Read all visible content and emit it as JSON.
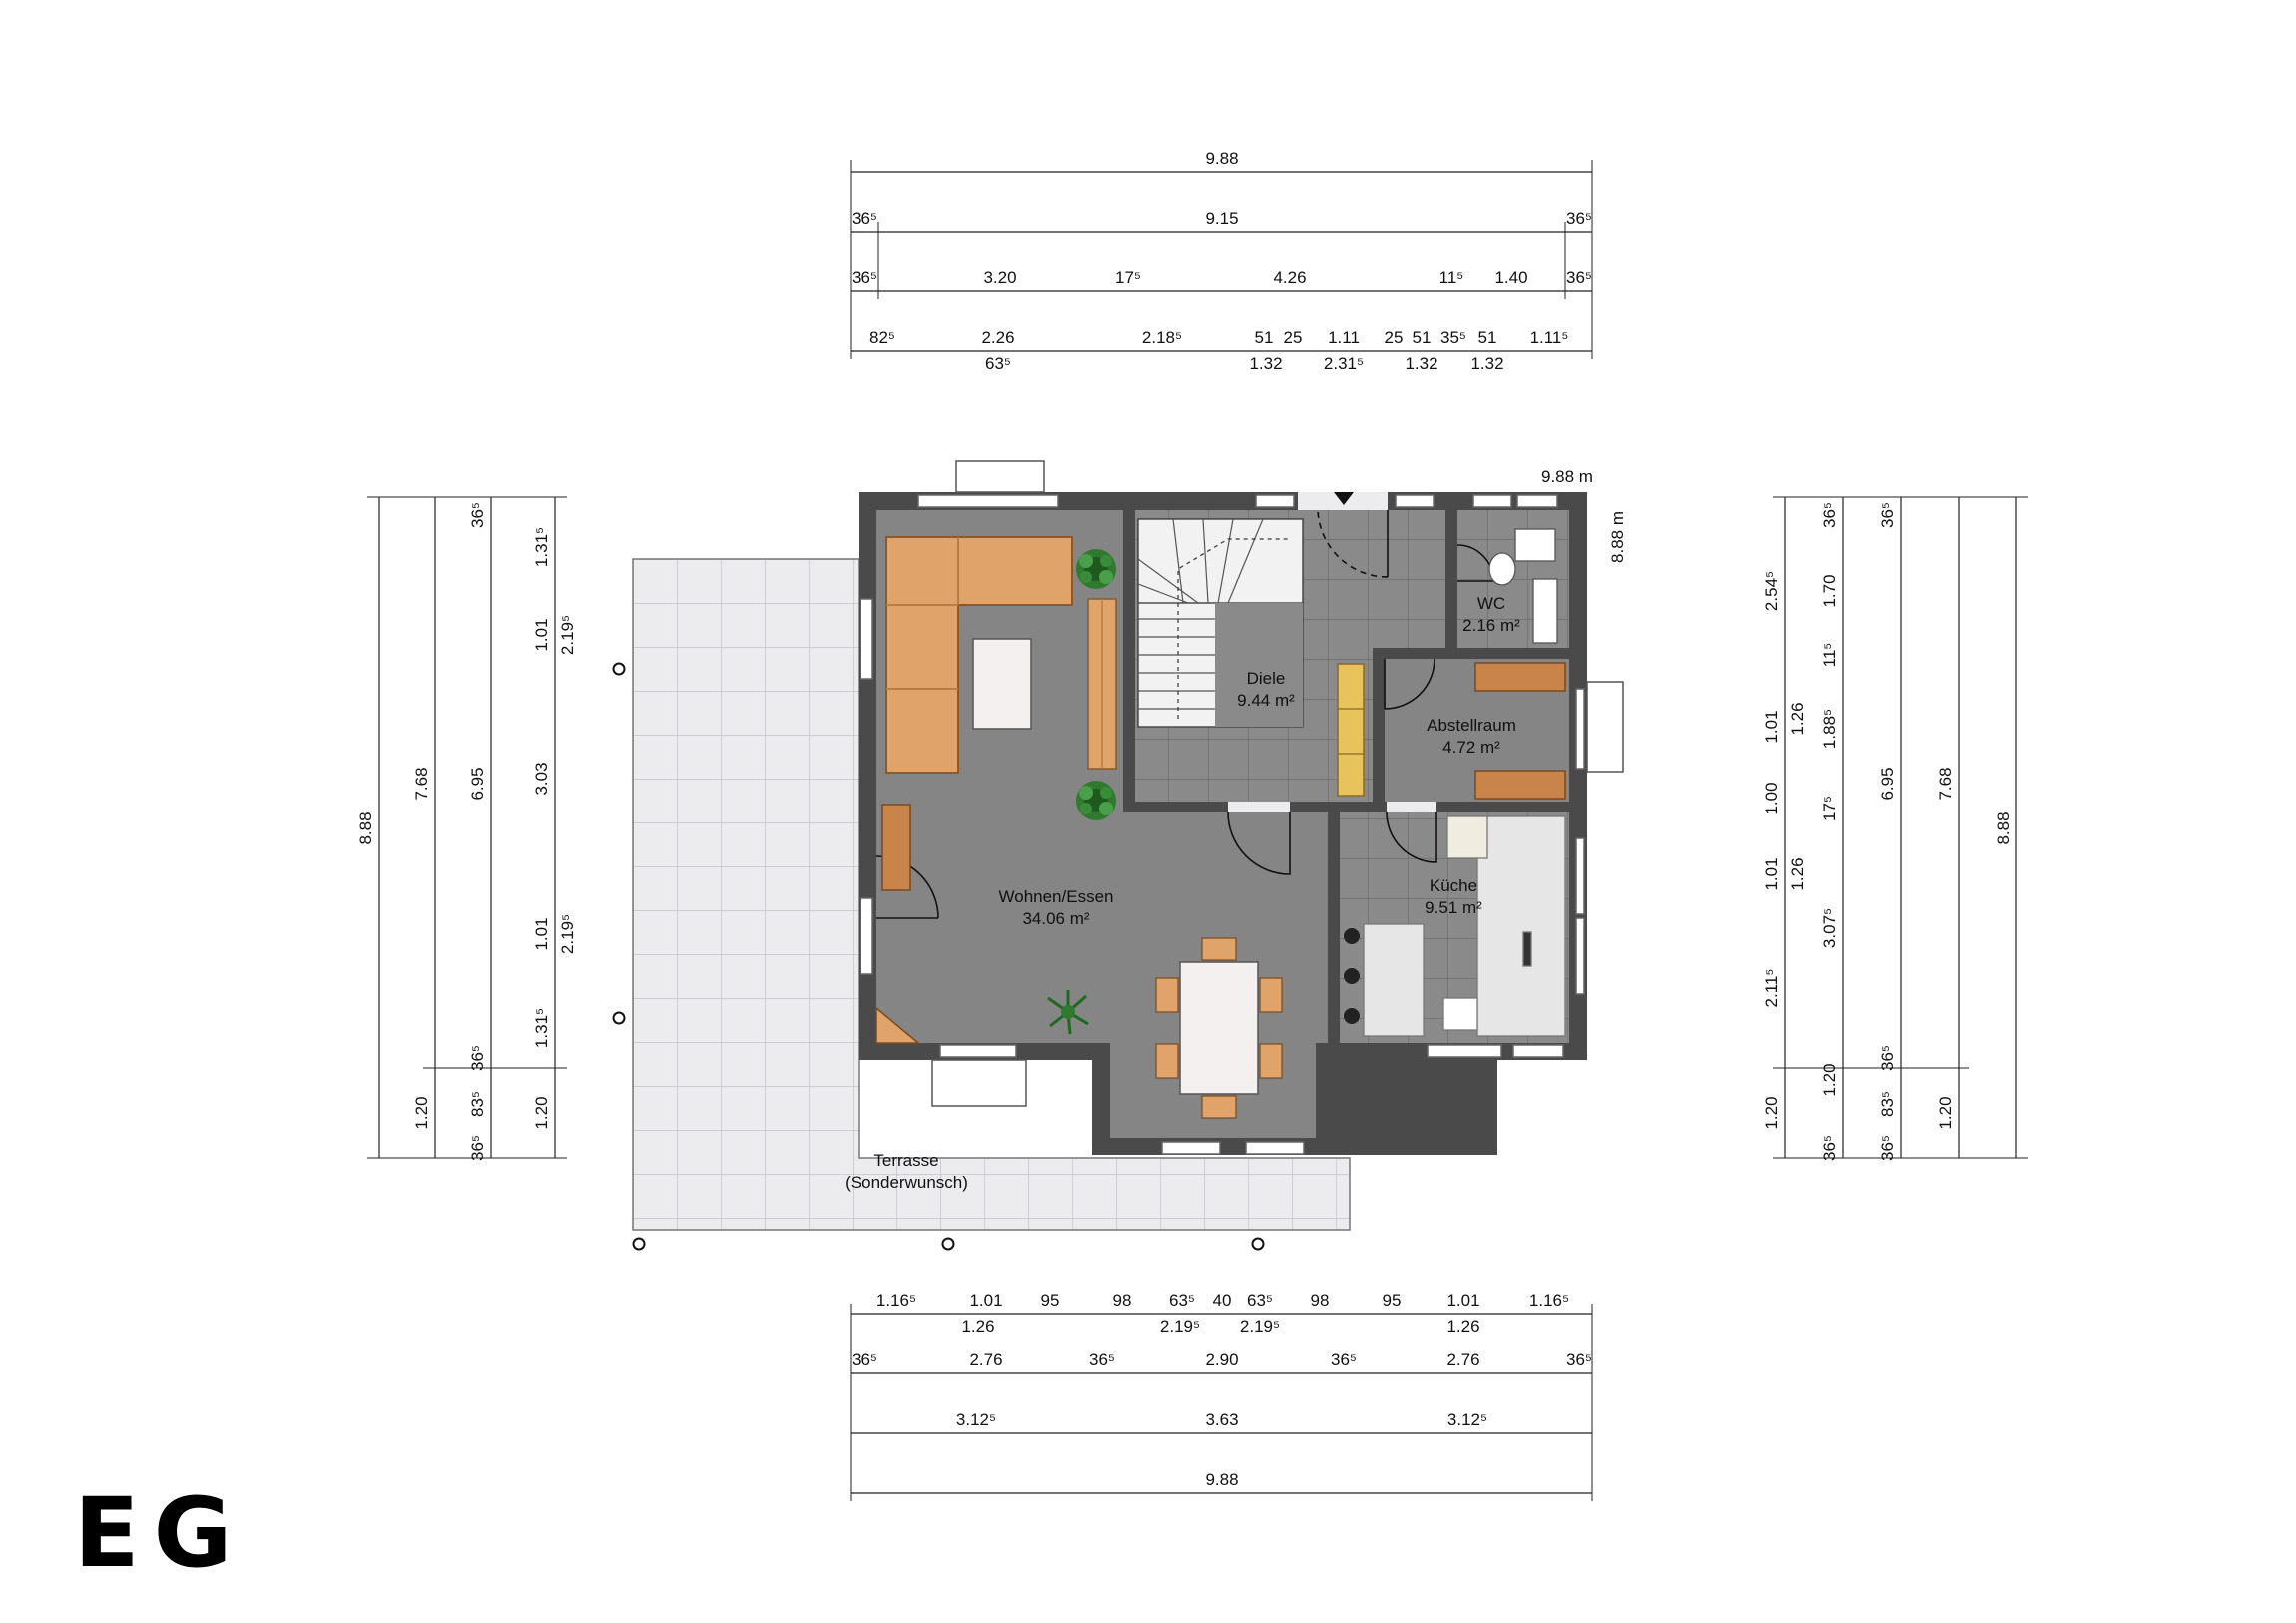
{
  "floor_label": "EG",
  "rooms": {
    "wohnen_name": "Wohnen/Essen",
    "wohnen_area": "34.06 m²",
    "diele_name": "Diele",
    "diele_area": "9.44 m²",
    "wc_name": "WC",
    "wc_area": "2.16 m²",
    "abstell_name": "Abstellraum",
    "abstell_area": "4.72 m²",
    "kueche_name": "Küche",
    "kueche_area": "9.51 m²",
    "terrasse_name": "Terrasse",
    "terrasse_note": "(Sonderwunsch)"
  },
  "overall": {
    "width": "9.88 m",
    "depth": "8.88 m"
  },
  "top_dims": {
    "row1": [
      "9.88"
    ],
    "row2": [
      "36⁵",
      "9.15",
      "36⁵"
    ],
    "row3": [
      "36⁵",
      "3.20",
      "17⁵",
      "4.26",
      "11⁵",
      "1.40",
      "36⁵"
    ],
    "row4": [
      "82⁵",
      "2.26",
      "2.18⁵",
      "51",
      "25",
      "1.11",
      "25",
      "51",
      "35⁵",
      "51",
      "1.11⁵"
    ],
    "row4_sub": [
      "63⁵",
      "1.32",
      "2.31⁵",
      "1.32",
      "1.32"
    ]
  },
  "bottom_dims": {
    "row1": [
      "1.16⁵",
      "1.01",
      "95",
      "98",
      "63⁵",
      "40",
      "63⁵",
      "98",
      "95",
      "1.01",
      "1.16⁵"
    ],
    "row1_sub": [
      "1.26",
      "2.19⁵",
      "2.19⁵",
      "1.26"
    ],
    "row2": [
      "36⁵",
      "2.76",
      "36⁵",
      "2.90",
      "36⁵",
      "2.76",
      "36⁵"
    ],
    "row3": [
      "3.12⁵",
      "3.63",
      "3.12⁵"
    ],
    "row4": [
      "9.88"
    ]
  },
  "left_dims": {
    "col1": [
      "8.88"
    ],
    "col2": [
      "7.68",
      "1.20"
    ],
    "col3": [
      "36⁵",
      "6.95",
      "36⁵",
      "83⁵",
      "36⁵"
    ],
    "col4": [
      "1.31⁵",
      "2.19⁵",
      "3.03",
      "2.19⁵",
      "1.31⁵",
      "1.20"
    ],
    "col4_sub": [
      "1.01",
      "1.01"
    ]
  },
  "right_dims": {
    "col1": [
      "2.54⁵",
      "1.01",
      "1.00",
      "1.01",
      "2.11⁵",
      "1.20"
    ],
    "col2": [
      "36⁵",
      "1.70",
      "11⁵",
      "1.26",
      "1.88⁵",
      "17⁵",
      "1.26",
      "3.07⁵",
      "1.20",
      "36⁵"
    ],
    "col3": [
      "36⁵",
      "6.95",
      "36⁵",
      "83⁵",
      "36⁵"
    ],
    "col4": [
      "7.68",
      "1.20"
    ],
    "col5": [
      "8.88"
    ]
  }
}
